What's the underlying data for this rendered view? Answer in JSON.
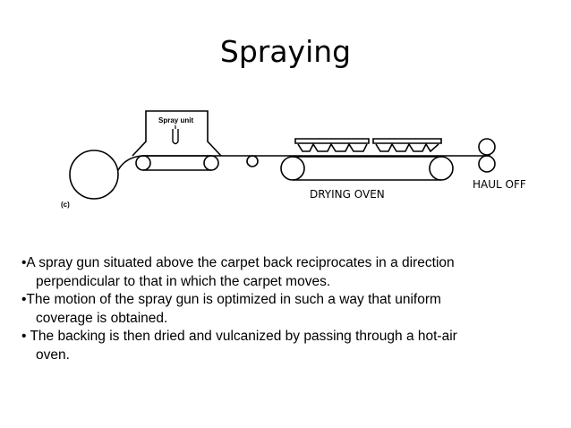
{
  "slide": {
    "title": "Spraying"
  },
  "diagram": {
    "spray_unit_label": "Spray unit",
    "panel_label": "(c)",
    "drying_oven_label": "DRYING OVEN",
    "haul_off_label": "HAUL OFF"
  },
  "bullets": [
    {
      "line1": "•A spray gun situated above the carpet back reciprocates in a direction",
      "line2": "perpendicular to that in which the carpet moves."
    },
    {
      "line1": "•The motion of the spray gun is optimized in such a way that uniform",
      "line2": "coverage is obtained."
    },
    {
      "line1": "• The backing is then dried and vulcanized by passing through a hot-air",
      "line2": "oven."
    }
  ]
}
